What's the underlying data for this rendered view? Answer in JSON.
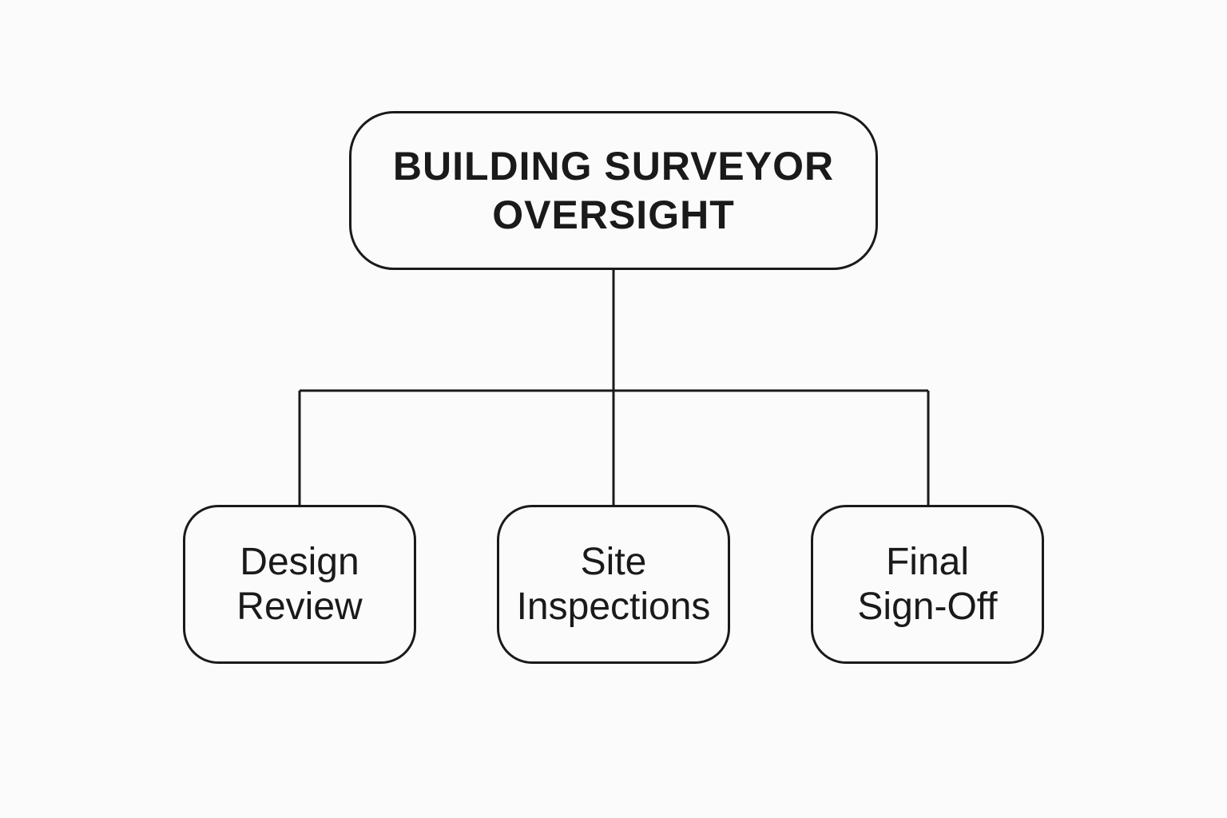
{
  "diagram": {
    "root": {
      "lines": [
        "BUILDING SURVEYOR",
        "OVERSIGHT"
      ]
    },
    "children": [
      {
        "lines": [
          "Design",
          "Review"
        ]
      },
      {
        "lines": [
          "Site",
          "Inspections"
        ]
      },
      {
        "lines": [
          "Final",
          "Sign-Off"
        ]
      }
    ],
    "colors": {
      "stroke": "#1a1a1a",
      "background": "#fbfbfb"
    }
  }
}
